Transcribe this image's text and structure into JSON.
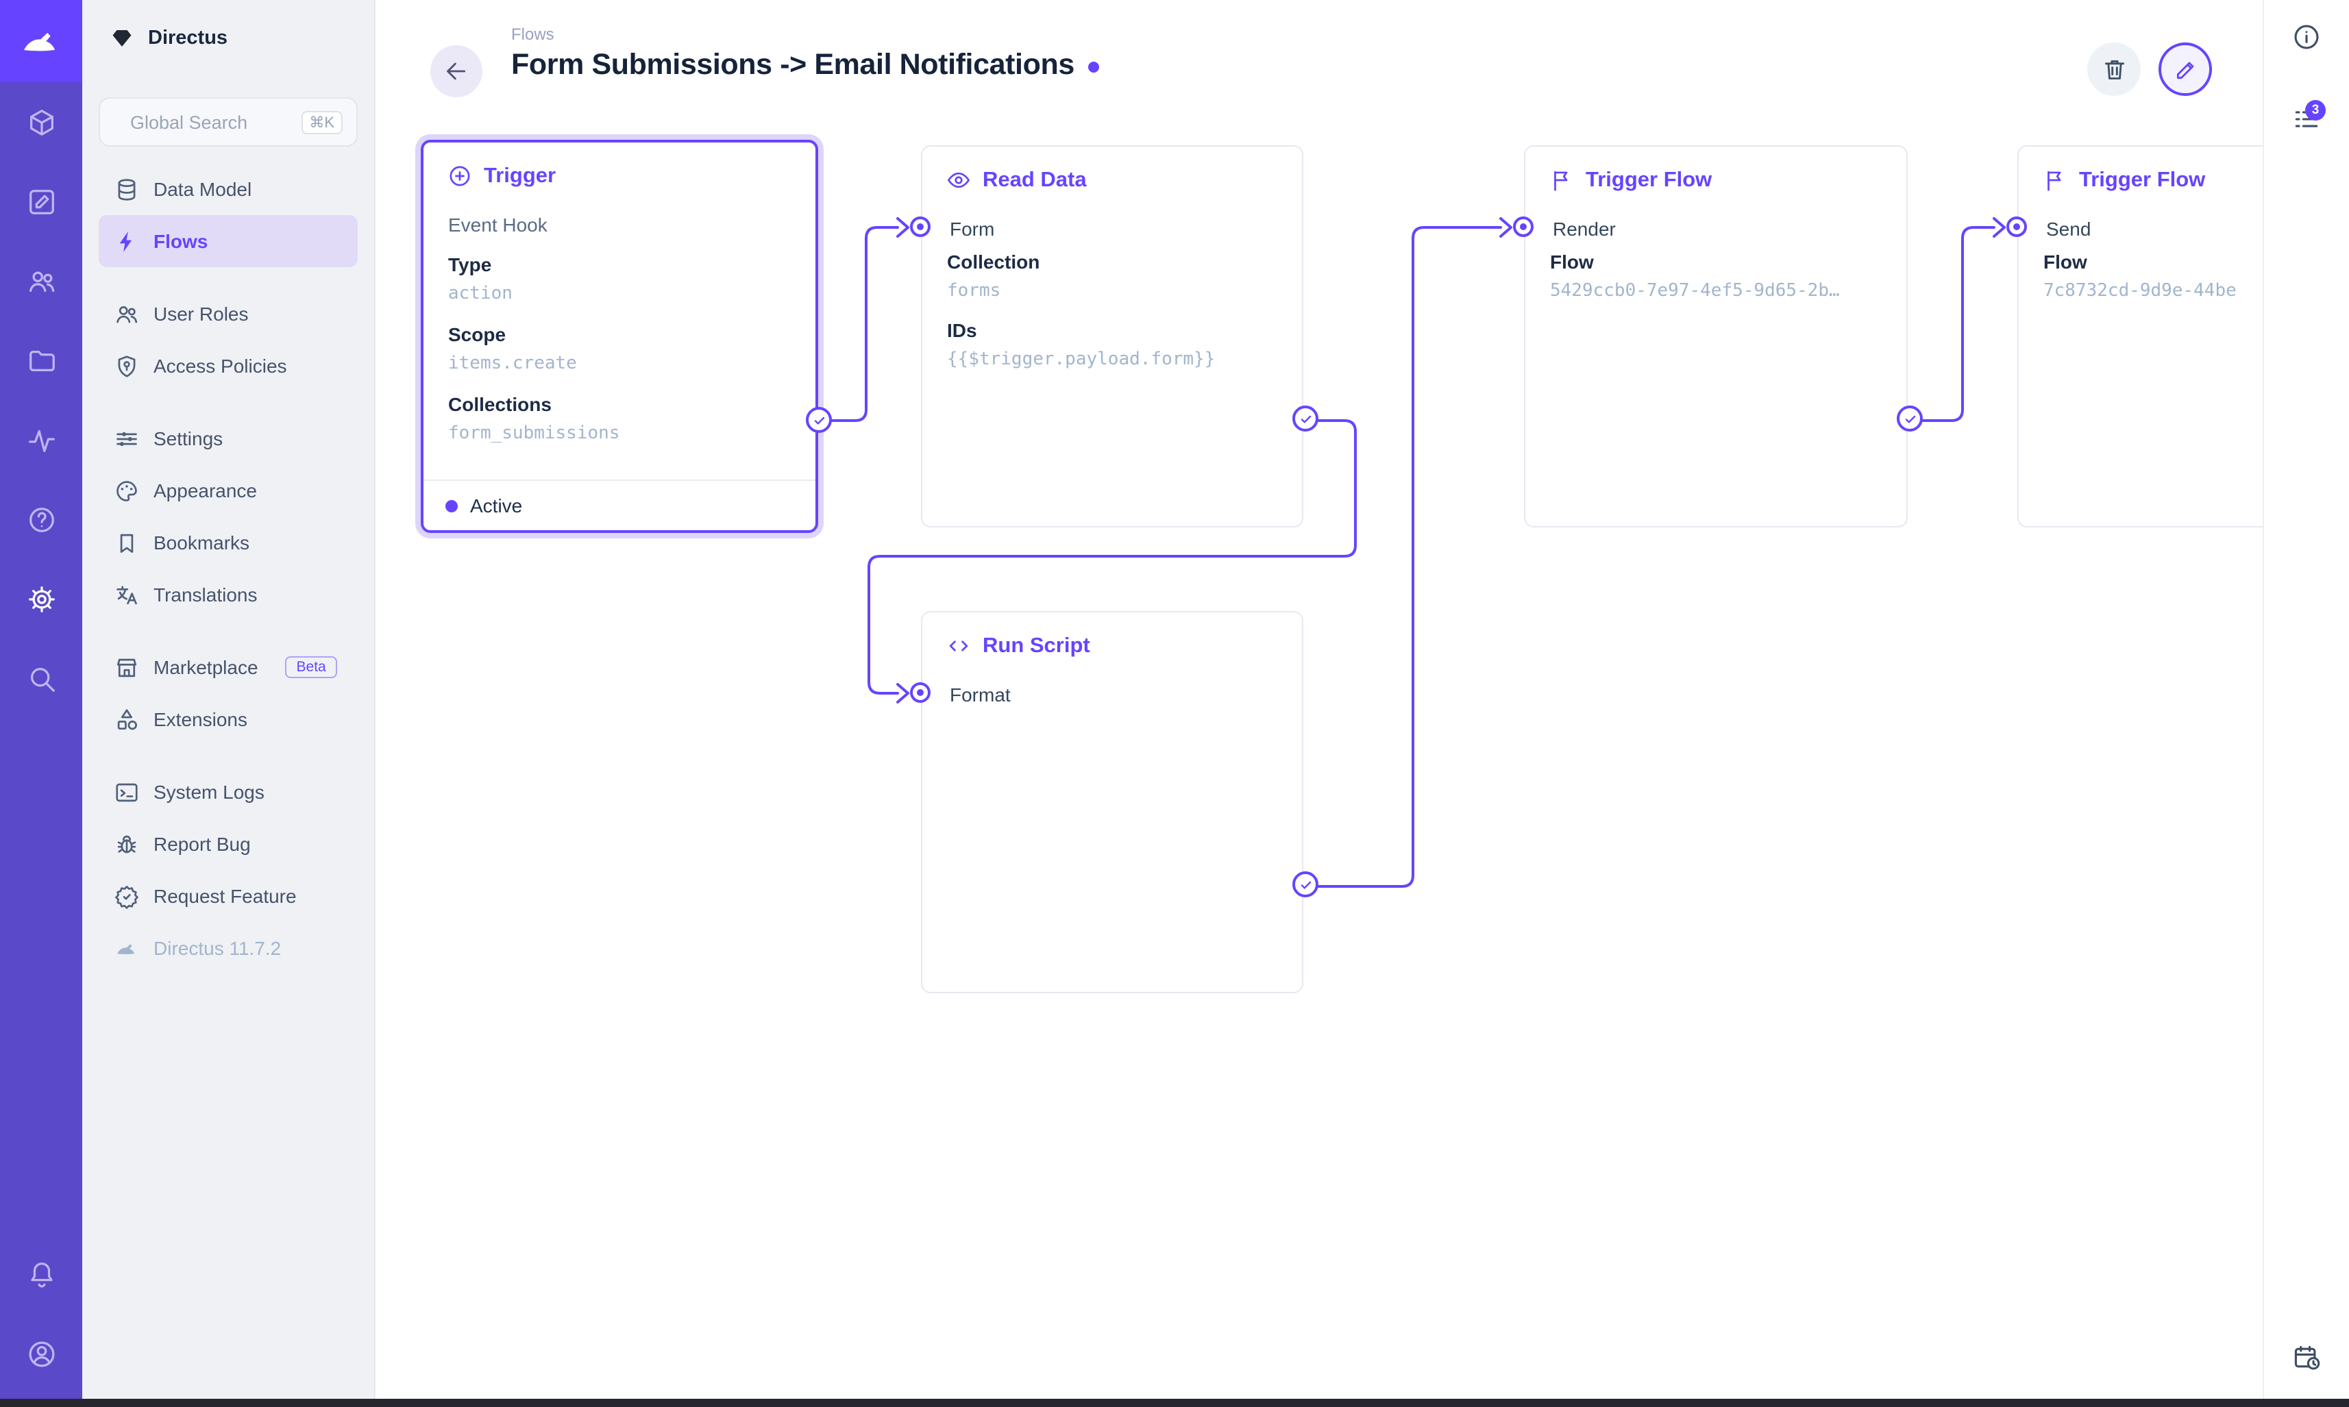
{
  "app": {
    "name": "Directus",
    "version_label": "Directus 11.7.2"
  },
  "colors": {
    "accent": "#6644FF",
    "module_bar": "#5A49C9"
  },
  "module_bar": {
    "modules": [
      {
        "name": "content",
        "icon": "box-icon"
      },
      {
        "name": "editor",
        "icon": "edit-icon"
      },
      {
        "name": "user-directory",
        "icon": "users-icon"
      },
      {
        "name": "file-library",
        "icon": "folder-icon"
      },
      {
        "name": "insights",
        "icon": "activity-icon"
      },
      {
        "name": "documentation",
        "icon": "help-icon"
      },
      {
        "name": "settings",
        "icon": "gear-icon",
        "active": true
      },
      {
        "name": "search",
        "icon": "search-icon"
      }
    ],
    "bottom": [
      {
        "name": "notifications",
        "icon": "bell-icon"
      },
      {
        "name": "account",
        "icon": "user-circle-icon"
      }
    ]
  },
  "sidebar": {
    "project_name": "Directus",
    "search": {
      "placeholder": "Global Search",
      "shortcut": "⌘K"
    },
    "sections": [
      {
        "items": [
          {
            "label": "Data Model",
            "icon": "database-icon"
          },
          {
            "label": "Flows",
            "icon": "bolt-icon",
            "active": true
          }
        ]
      },
      {
        "items": [
          {
            "label": "User Roles",
            "icon": "users-icon"
          },
          {
            "label": "Access Policies",
            "icon": "shield-key-icon"
          }
        ]
      },
      {
        "items": [
          {
            "label": "Settings",
            "icon": "tune-icon"
          },
          {
            "label": "Appearance",
            "icon": "palette-icon"
          },
          {
            "label": "Bookmarks",
            "icon": "bookmark-icon"
          },
          {
            "label": "Translations",
            "icon": "translate-icon"
          }
        ]
      },
      {
        "items": [
          {
            "label": "Marketplace",
            "icon": "storefront-icon",
            "badge": "Beta"
          },
          {
            "label": "Extensions",
            "icon": "category-icon"
          }
        ]
      },
      {
        "items": [
          {
            "label": "System Logs",
            "icon": "terminal-icon"
          },
          {
            "label": "Report Bug",
            "icon": "bug-icon"
          },
          {
            "label": "Request Feature",
            "icon": "feature-badge-icon"
          },
          {
            "label": "Directus 11.7.2",
            "icon": "rabbit-icon",
            "muted": true
          }
        ]
      }
    ]
  },
  "header": {
    "breadcrumb": "Flows",
    "title": "Form Submissions -> Email Notifications",
    "actions": [
      {
        "name": "delete",
        "icon": "trash-icon"
      },
      {
        "name": "edit",
        "icon": "pencil-icon"
      }
    ]
  },
  "right_panel": {
    "info_icon": "info-icon",
    "logs_badge": "3",
    "bottom_icon": "calendar-clock-icon"
  },
  "flow": {
    "nodes": [
      {
        "title": "Trigger",
        "icon": "plus-circle-icon",
        "subtitle": "Event Hook",
        "fields": [
          {
            "label": "Type",
            "value": "action"
          },
          {
            "label": "Scope",
            "value": "items.create"
          },
          {
            "label": "Collections",
            "value": "form_submissions"
          }
        ],
        "status": "Active",
        "selected": true
      },
      {
        "title": "Read Data",
        "icon": "eye-icon",
        "input_label": "Form",
        "fields": [
          {
            "label": "Collection",
            "value": "forms"
          },
          {
            "label": "IDs",
            "value": "{{$trigger.payload.form}}"
          }
        ]
      },
      {
        "title": "Trigger Flow",
        "icon": "flag-icon",
        "input_label": "Render",
        "fields": [
          {
            "label": "Flow",
            "value": "5429ccb0-7e97-4ef5-9d65-2b…"
          }
        ]
      },
      {
        "title": "Trigger Flow",
        "icon": "flag-icon",
        "input_label": "Send",
        "fields": [
          {
            "label": "Flow",
            "value": "7c8732cd-9d9e-44be"
          }
        ]
      },
      {
        "title": "Run Script",
        "icon": "code-icon",
        "input_label": "Format",
        "fields": []
      }
    ]
  }
}
